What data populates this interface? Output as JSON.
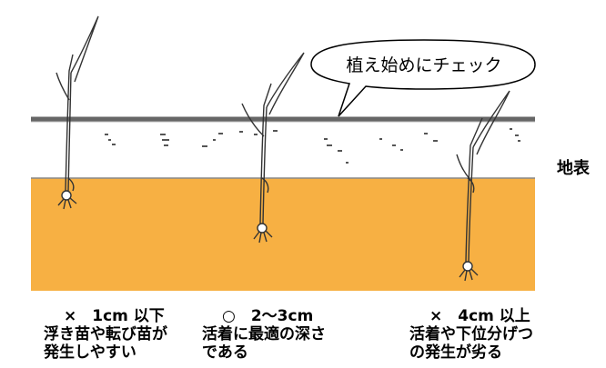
{
  "callout": {
    "text": "植え始めにチェック"
  },
  "ground_label": "地表",
  "captions": [
    {
      "mark": "×　1cm 以下",
      "line1": "浮き苗や転び苗が",
      "line2": "発生しやすい"
    },
    {
      "mark": "○　2～3cm",
      "line1": "活着に最適の深さ",
      "line2": "である"
    },
    {
      "mark": "×　4cm 以上",
      "line1": "活着や下位分げつ",
      "line2": "の発生が劣る"
    }
  ],
  "colors": {
    "soil": "#f7b043",
    "water_line": "#666666",
    "plant_stroke": "#333333"
  }
}
